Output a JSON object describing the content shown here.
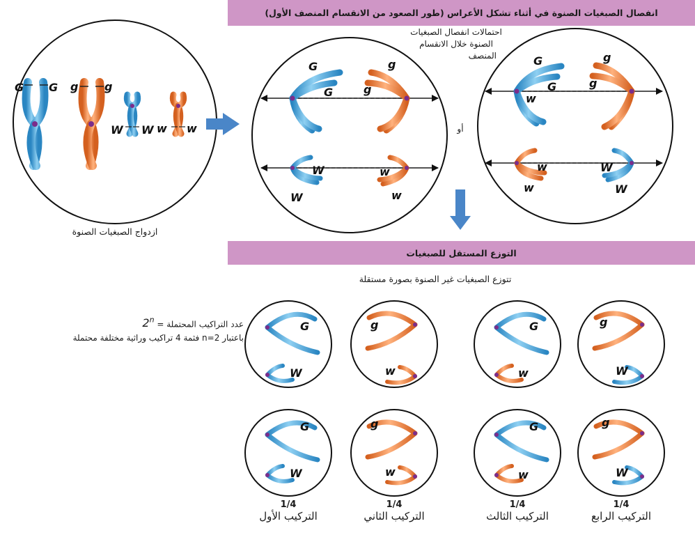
{
  "banners": {
    "separation": "انفصال الصبغيات الصنوة في أثناء تشكل الأعراس (طور الصعود من الانقسام المنصف الأول)",
    "assortment": "التوزع المستقل للصبغيات"
  },
  "pairing_caption": "ازدواج الصبغيات الصنوة",
  "possibilities_lines": [
    "احتمالات انفصال الصبغيات",
    "الصنوة خلال الانقسام",
    "المنصف"
  ],
  "or_label": "أو",
  "independent_caption": "تتوزع الصبغيات غير الصنوة بصورة مستقلة",
  "formula": {
    "line1_label": "عدد التراكيب المحتملة =",
    "base": "2",
    "exponent": "n",
    "line2": "باعتبار n=2 فثمة 4 تراكيب وراثية مختلفة محتملة"
  },
  "alleles": {
    "G": "G",
    "g": "g",
    "W": "W",
    "w": "w"
  },
  "combinations": [
    {
      "fraction": "1/4",
      "name": "التركيب الأول"
    },
    {
      "fraction": "1/4",
      "name": "التركيب الثاني"
    },
    {
      "fraction": "1/4",
      "name": "التركيب الثالث"
    },
    {
      "fraction": "1/4",
      "name": "التركيب الرابع"
    }
  ],
  "colors": {
    "blue": "#3a9fd6",
    "orange": "#ef7b3e",
    "banner": "#cf96c6",
    "arrow": "#4a86c8",
    "centromere": "#7b2d8b"
  }
}
